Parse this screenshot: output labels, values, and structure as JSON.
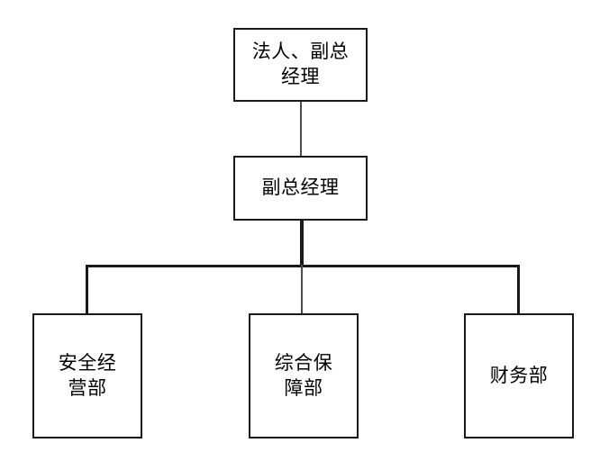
{
  "diagram": {
    "type": "organization-chart",
    "orientation": "top-down",
    "levels": 3,
    "colors": {
      "box_border": "#1a1a1a",
      "box_fill": "#ffffff",
      "connector": "#1a1a1a",
      "connector_light": "#4d4d4d",
      "text": "#000000",
      "background": "#ffffff"
    },
    "nodes": {
      "root": {
        "label": "法人、副总\n经理",
        "label_flat": "法人、副总经理"
      },
      "deputy": {
        "label": "副总经理",
        "label_flat": "副总经理"
      },
      "departments": [
        {
          "label": "安全经\n营部",
          "label_flat": "安全经营部"
        },
        {
          "label": "综合保\n障部",
          "label_flat": "综合保障部"
        },
        {
          "label": "财务部",
          "label_flat": "财务部"
        }
      ]
    },
    "edges": [
      {
        "from": "root",
        "to": "deputy",
        "style": "straight-vertical"
      },
      {
        "from": "deputy",
        "to": "departments.0",
        "style": "elbow"
      },
      {
        "from": "deputy",
        "to": "departments.1",
        "style": "straight-vertical"
      },
      {
        "from": "deputy",
        "to": "departments.2",
        "style": "elbow"
      }
    ]
  }
}
